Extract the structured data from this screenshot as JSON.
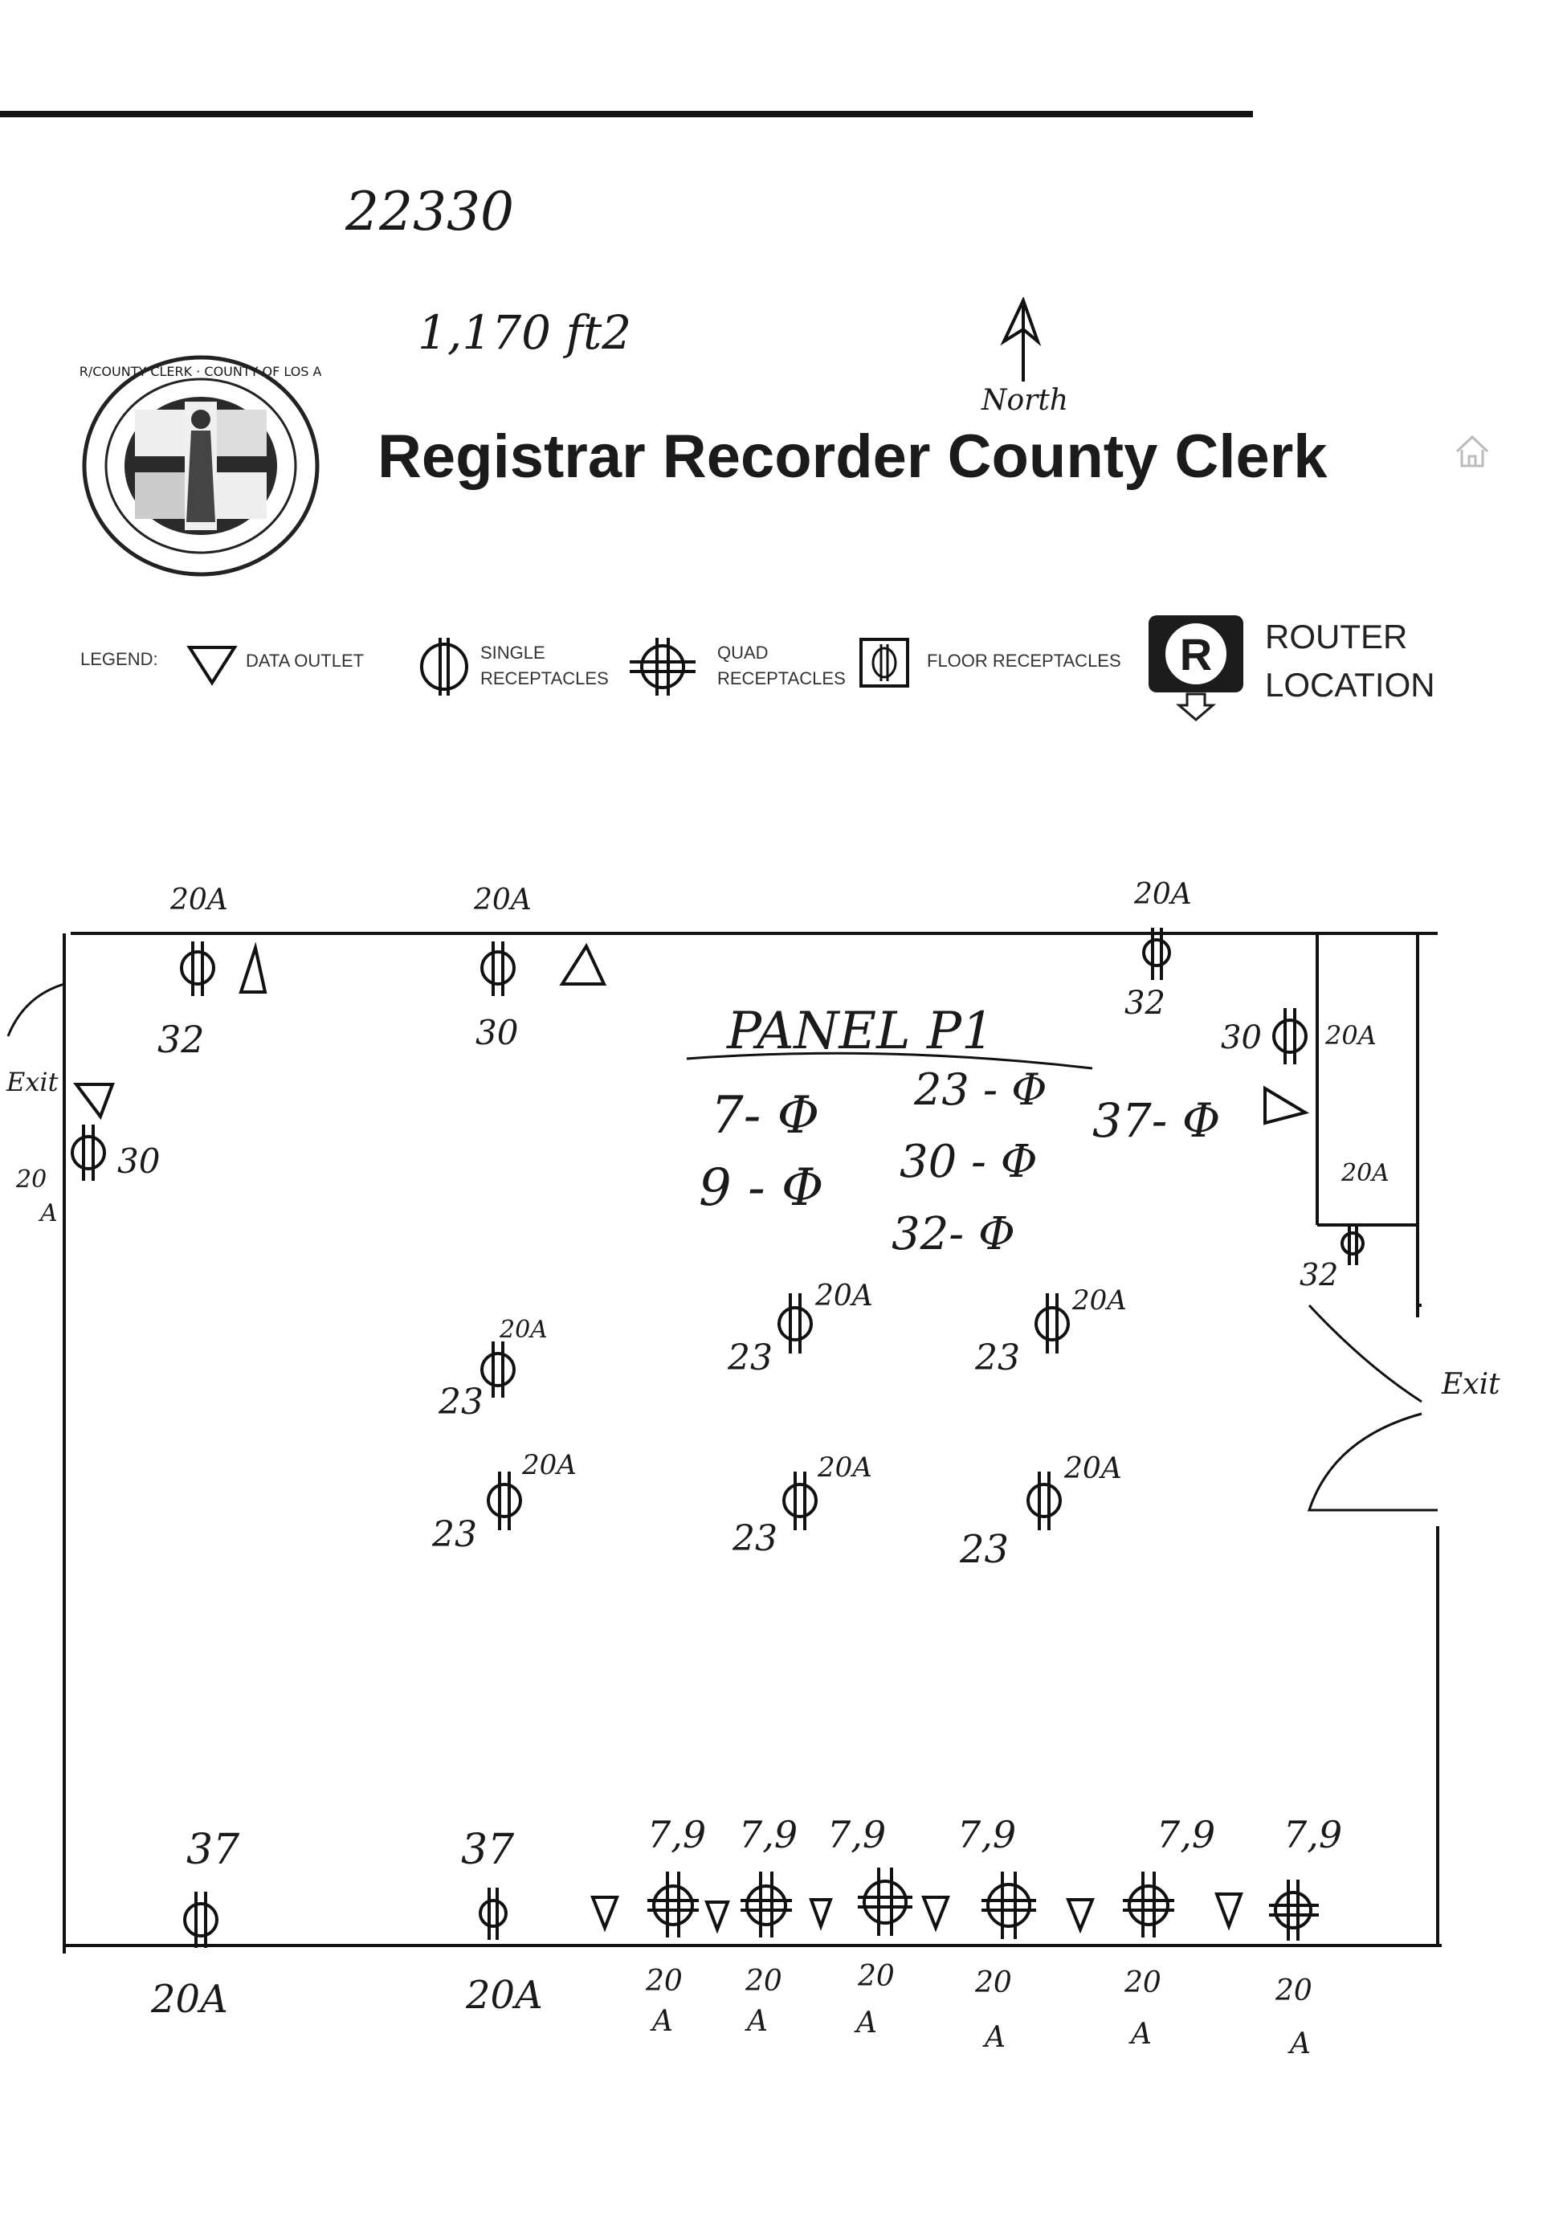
{
  "header": {
    "id_number": "22330",
    "area": "1,170 ft2",
    "north_label": "North",
    "title": "Registrar Recorder County Clerk",
    "seal_text": "REGISTRAR RECORDER/COUNTY CLERK · COUNTY OF LOS ANGELES · CALIFORNIA"
  },
  "legend": {
    "prefix": "LEGEND:",
    "data_outlet": "DATA OUTLET",
    "single_receptacles": [
      "SINGLE",
      "RECEPTACLES"
    ],
    "quad_receptacles": [
      "QUAD",
      "RECEPTACLES"
    ],
    "floor_receptacles": "FLOOR RECEPTACLES",
    "router_letter": "R",
    "router_location": [
      "ROUTER",
      "LOCATION"
    ]
  },
  "panel": {
    "title": "PANEL P1",
    "circuits": [
      "7- Φ",
      "23 - Φ",
      "37- Φ",
      "9 - Φ",
      "30 - Φ",
      "32- Φ"
    ]
  },
  "plan": {
    "exit_left": "Exit",
    "exit_right": "Exit",
    "top_wall": [
      {
        "amp": "20A",
        "circuit": "32"
      },
      {
        "amp": "20A",
        "circuit": "30"
      },
      {
        "amp": "20A",
        "circuit": "32"
      }
    ],
    "left_wall": {
      "amp_line1": "20",
      "amp_line2": "A",
      "circuit": "30"
    },
    "right_wall": [
      {
        "circuit": "30",
        "amp": "20A"
      },
      {
        "amp": "20A",
        "circuit": "32"
      }
    ],
    "interior": [
      {
        "circuit": "23",
        "amp": "20A"
      },
      {
        "circuit": "23",
        "amp": "20A"
      },
      {
        "circuit": "23",
        "amp": "20A"
      },
      {
        "circuit": "23",
        "amp": "20A"
      },
      {
        "circuit": "23",
        "amp": "20A"
      },
      {
        "circuit": "23",
        "amp": "20A"
      }
    ],
    "bottom_single": [
      {
        "circuit": "37",
        "amp": "20A"
      },
      {
        "circuit": "37",
        "amp": "20A"
      }
    ],
    "bottom_quad": [
      {
        "circuit": "7,9",
        "amp_line1": "20",
        "amp_line2": "A"
      },
      {
        "circuit": "7,9",
        "amp_line1": "20",
        "amp_line2": "A"
      },
      {
        "circuit": "7,9",
        "amp_line1": "20",
        "amp_line2": "A"
      },
      {
        "circuit": "7,9",
        "amp_line1": "20",
        "amp_line2": "A"
      },
      {
        "circuit": "7,9",
        "amp_line1": "20",
        "amp_line2": "A"
      },
      {
        "circuit": "7,9",
        "amp_line1": "20",
        "amp_line2": "A"
      }
    ]
  }
}
